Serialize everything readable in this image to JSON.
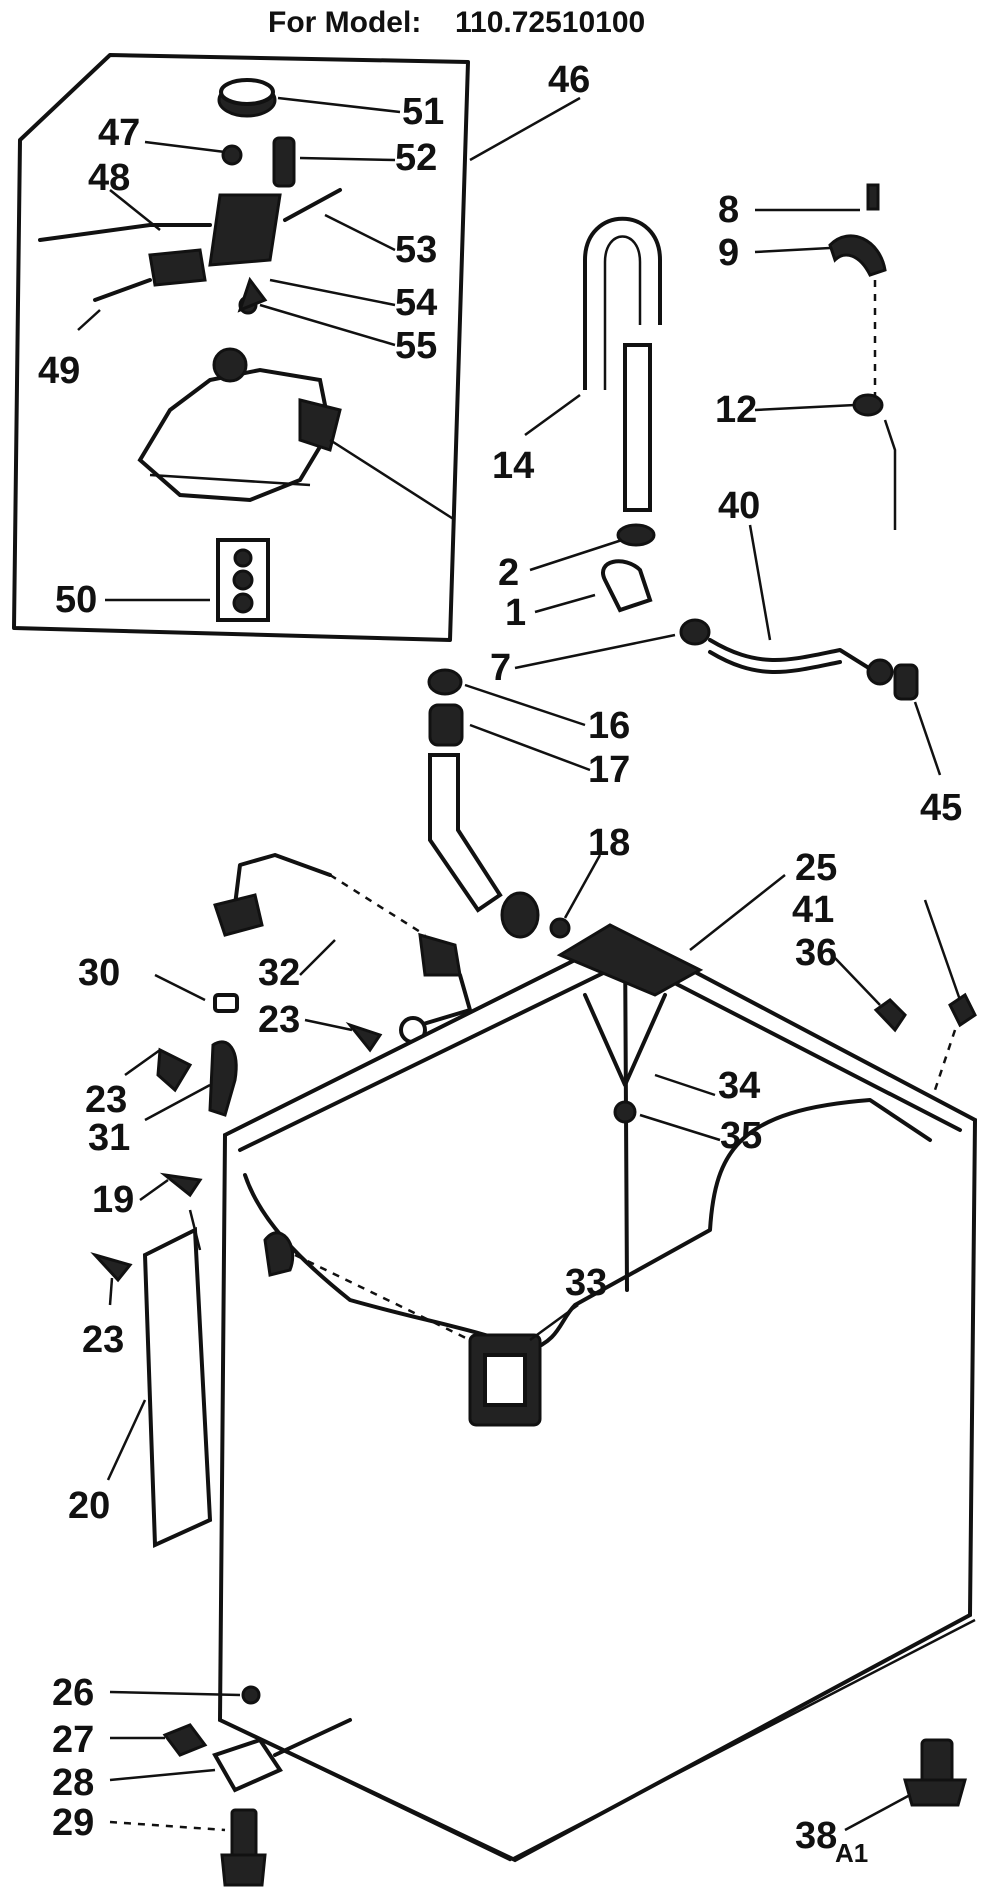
{
  "header": {
    "model_prefix": "For Model:",
    "model_number": "110.72510100"
  },
  "footer": {
    "code": "A1"
  },
  "labels": [
    "51",
    "46",
    "47",
    "52",
    "48",
    "53",
    "54",
    "49",
    "55",
    "50",
    "8",
    "9",
    "14",
    "12",
    "40",
    "2",
    "1",
    "7",
    "16",
    "17",
    "45",
    "18",
    "25",
    "41",
    "36",
    "30",
    "32",
    "23",
    "23",
    "31",
    "34",
    "35",
    "19",
    "23",
    "33",
    "20",
    "26",
    "27",
    "28",
    "29",
    "38"
  ]
}
